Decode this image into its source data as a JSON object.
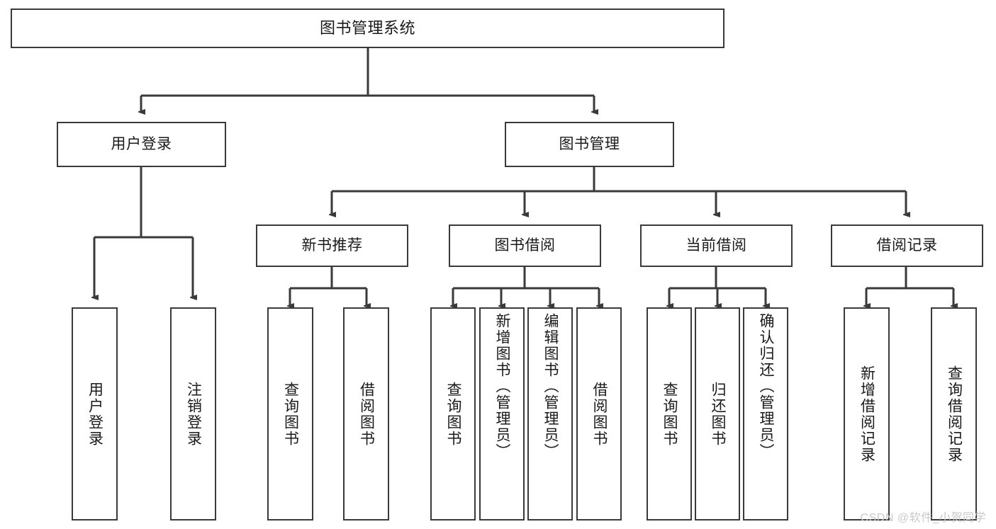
{
  "diagram": {
    "title": "图书管理系统",
    "type": "tree",
    "nodes": {
      "root": {
        "label": "图书管理系统"
      },
      "login": {
        "label": "用户登录"
      },
      "book_manage": {
        "label": "图书管理"
      },
      "new_book": {
        "label": "新书推荐"
      },
      "borrow": {
        "label": "图书借阅"
      },
      "current_borrow": {
        "label": "当前借阅"
      },
      "borrow_record": {
        "label": "借阅记录"
      },
      "leaf_user_login": {
        "label": "用户登录"
      },
      "leaf_logout": {
        "label": "注销登录"
      },
      "leaf_query_book_1": {
        "label": "查询图书"
      },
      "leaf_borrow_book_1": {
        "label": "借阅图书"
      },
      "leaf_query_book_2": {
        "label": "查询图书"
      },
      "leaf_add_book": {
        "label": "新增图书（管理员）"
      },
      "leaf_edit_book": {
        "label": "编辑图书（管理员）"
      },
      "leaf_borrow_book_2": {
        "label": "借阅图书"
      },
      "leaf_query_book_3": {
        "label": "查询图书"
      },
      "leaf_return_book": {
        "label": "归还图书"
      },
      "leaf_confirm_return": {
        "label": "确认归还（管理员）"
      },
      "leaf_add_record": {
        "label": "新增借阅记录"
      },
      "leaf_query_record": {
        "label": "查询借阅记录"
      }
    }
  },
  "watermark": {
    "text": "CSDN @软件_小贺同学"
  },
  "colors": {
    "stroke": "#3a3a3a",
    "background": "#ffffff",
    "text": "#1a1a1a",
    "watermark": "#c9c9c9"
  }
}
